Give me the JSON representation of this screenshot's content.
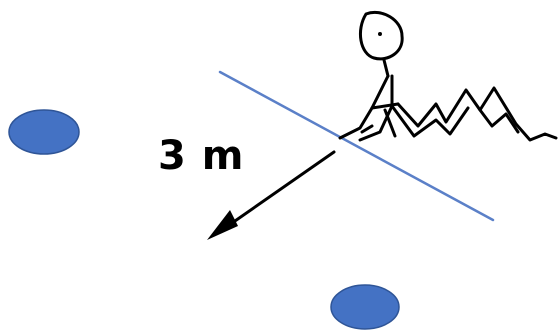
{
  "labels": {
    "distance": "3 m"
  },
  "colors": {
    "dot": "#4472C4",
    "dot_outline": "#2F5597",
    "line": "#5B80C8",
    "ink": "#000000"
  },
  "elements": {
    "dots": [
      "left-dot",
      "bottom-dot"
    ],
    "figure": "stick-figure-sitting",
    "boundary": "blue-line",
    "arrow": "distance-arrow"
  }
}
